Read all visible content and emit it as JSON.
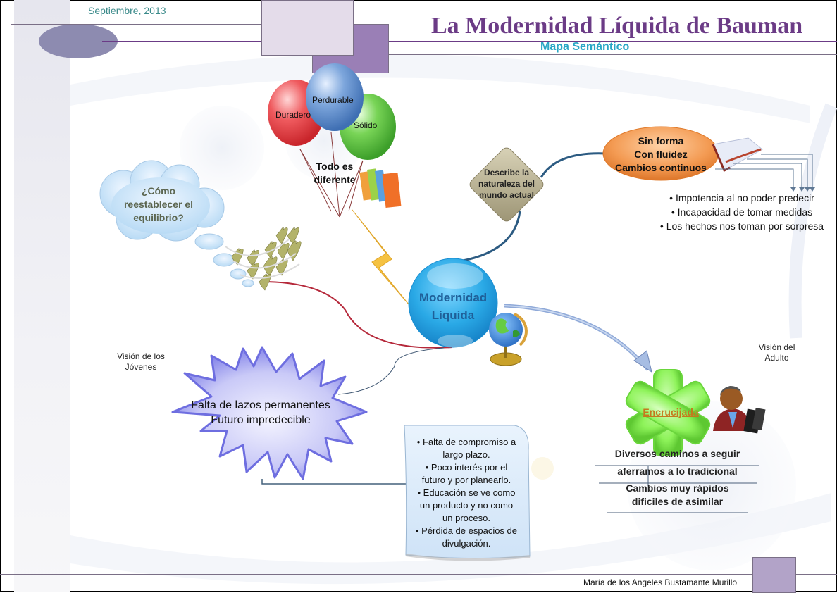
{
  "header": {
    "date": "Septiembre, 2013",
    "title": "La Modernidad Líquida de Bauman",
    "subtitle": "Mapa Semántico"
  },
  "footer": {
    "author": "María de los Angeles Bustamante Murillo"
  },
  "colors": {
    "title": "#6b3b86",
    "subtitle": "#2aa7c6",
    "date": "#3a8a8a",
    "central_node": "#2aa9e6",
    "orange_node": "#f39a52",
    "green_node": "#8ef35a",
    "star_node": "#a9a9f5",
    "accent_purple": "#9a7fb6"
  },
  "map": {
    "central": {
      "line1": "Modernidad",
      "line2": "Líquida"
    },
    "balloons": [
      {
        "label": "Duradero",
        "color": "#e8464c"
      },
      {
        "label": "Perdurable",
        "color": "#6c9ad6"
      },
      {
        "label": "Sólido",
        "color": "#6ccc4c"
      }
    ],
    "balloon_caption": {
      "line1": "Todo es",
      "line2": "diferente"
    },
    "cloud": {
      "line1": "¿Cómo",
      "line2": "reestablecer el",
      "line3": "equilibrio?"
    },
    "diamond": {
      "line1": "Describe la",
      "line2": "naturaleza del",
      "line3": "mundo actual"
    },
    "orange_node": {
      "line1": "Sin forma",
      "line2": "Con fluidez",
      "line3": "Cambios continuos"
    },
    "consequences": [
      "• Impotencia al no poder predecir",
      "• Incapacidad de tomar medidas",
      "• Los hechos nos toman por sorpresa"
    ],
    "youth": {
      "label_line1": "Visión de los",
      "label_line2": "Jóvenes",
      "star_line1": "Falta de lazos permanentes",
      "star_line2": "Futuro impredecible",
      "note_lines": [
        "• Falta de compromiso a",
        "largo plazo.",
        "• Poco interés por el",
        "futuro y por planearlo.",
        "• Educación se ve como",
        "un producto y no como",
        "un proceso.",
        "• Pérdida de espacios de",
        "divulgación."
      ]
    },
    "adult": {
      "label_line1": "Visión del",
      "label_line2": "Adulto",
      "node_label": "Encrucijada",
      "items": [
        "Diversos caminos a seguir",
        "aferramos a lo tradicional",
        "Cambios muy rápidos",
        "dificiles de asimilar"
      ]
    },
    "icons": [
      "balloons-icon",
      "books-icon",
      "lightning-icon",
      "globe-icon",
      "open-book-icon",
      "businessman-icon",
      "leaves-icon"
    ]
  }
}
